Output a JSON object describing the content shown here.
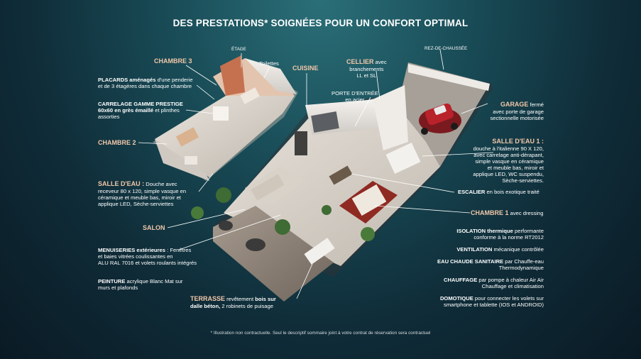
{
  "title": "DES PRESTATIONS* SOIGNÉES POUR UN CONFORT OPTIMAL",
  "footnote": "* Illustration non contractuelle. Seul le descriptif sommaire joint à votre contrat de réservation sera contractuel",
  "floors": {
    "upper": "ÉTAGE",
    "ground": "REZ-DE-CHAUSSÉE"
  },
  "rooms": {
    "toilettes": "Toilettes",
    "cuisine": "CUISINE",
    "chambre3": "CHAMBRE 3",
    "chambre2": "CHAMBRE 2",
    "salon": "SALON",
    "chambre1_head": "CHAMBRE 1",
    "chambre1_rest": "avec dressing"
  },
  "labels": {
    "placards": {
      "head": "PLACARDS aménagés",
      "l1": "d'une penderie",
      "l2": "et de 3 étagères dans chaque chambre"
    },
    "carrelage": {
      "l1": "CARRELAGE GAMME PRESTIGE",
      "l2b": "60x60 en grès émaillé",
      "l2": "et plinthes",
      "l3": "assorties"
    },
    "salle_eau": {
      "head": "SALLE D'EAU :",
      "l1": "Douche avec",
      "l2": "receveur 80 x 120, simple vasque en",
      "l3": "céramique et meuble bas, miroir et",
      "l4": "applique LED, Sèche-serviettes"
    },
    "menuiseries": {
      "head": "MENUISERIES extérieures",
      "l1": ": Fenêtres",
      "l2": "et baies vitrées coulissantes en",
      "l3": "ALU RAL 7016 et volets roulants intégrés"
    },
    "peinture": {
      "head": "PEINTURE",
      "l1": "acrylique Blanc Mat sur",
      "l2": "murs et plafonds"
    },
    "terrasse": {
      "head": "TERRASSE",
      "l1": "revêtement",
      "l1b": "bois sur",
      "l2b": "dalle béton,",
      "l2": "2 robinets de puisage"
    },
    "cellier": {
      "head": "CELLIER",
      "l1": "avec",
      "l2": "branchements",
      "l3": "LL et SL"
    },
    "porte": {
      "head": "PORTE D'ENTRÉE",
      "l1": "en acier"
    },
    "garage": {
      "head": "GARAGE",
      "l1": "fermé",
      "l2": "avec porte de garage",
      "l3": "sectionnelle motorisée"
    },
    "salle_eau1": {
      "head": "SALLE D'EAU 1 :",
      "l1": "douche à l'italienne 90 X 120,",
      "l2": "avec carrelage anti-dérapant,",
      "l3": "simple vasque en céramique",
      "l4": "et meuble bas, miroir et",
      "l5": "applique LED, WC suspendu,",
      "l6": "Sèche-serviettes."
    },
    "escalier": {
      "head": "ESCALIER",
      "l1": "en bois exotique traité"
    }
  },
  "specs": {
    "isolation": {
      "head": "ISOLATION thermique",
      "l1": "performante",
      "l2": "conforme à la norme RT2012"
    },
    "ventilation": {
      "head": "VENTILATION",
      "l1": "mécanique contrôlée"
    },
    "ecs": {
      "head": "EAU CHAUDE SANITAIRE",
      "l1": "par Chauffe-eau",
      "l2": "Thermodynamique"
    },
    "chauffage": {
      "head": "CHAUFFAGE",
      "l1": "par pompe à chaleur Air Air",
      "l2": "Chauffage et climatisation"
    },
    "domotique": {
      "head": "DOMOTIQUE",
      "l1": "pour connecter les volets sur",
      "l2": "smartphone et tablette (IOS et ANDROID)"
    }
  },
  "colors": {
    "accent": "#f2c7a9",
    "bg_top": "#2b6f78",
    "bg_bottom": "#0a1a24"
  }
}
